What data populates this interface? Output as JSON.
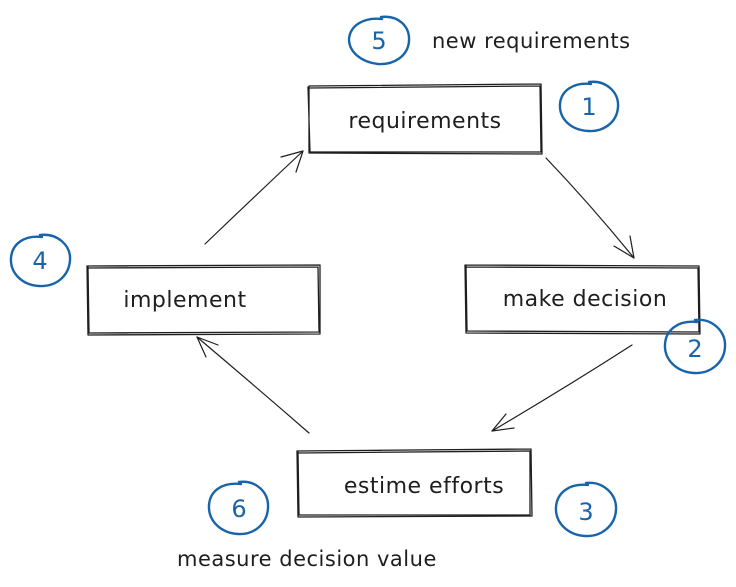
{
  "steps": {
    "requirements": {
      "label": "requirements"
    },
    "make_decision": {
      "label": "make decision"
    },
    "estimate": {
      "label": "estime efforts"
    },
    "implement": {
      "label": "implement"
    }
  },
  "badges": {
    "b1": "1",
    "b2": "2",
    "b3": "3",
    "b4": "4",
    "b5": "5",
    "b6": "6"
  },
  "notes": {
    "new_requirements": "new requirements",
    "measure": "measure decision value"
  },
  "colors": {
    "ink": "#1e1e1e",
    "badge": "#1864ab"
  }
}
